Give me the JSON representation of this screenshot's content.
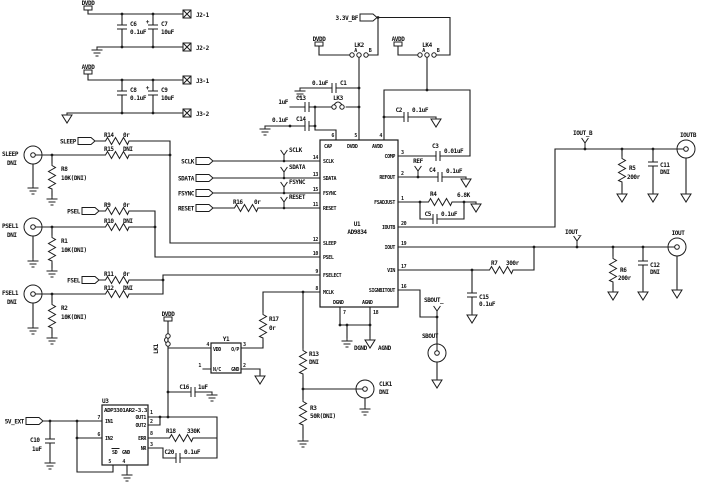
{
  "nets": {
    "dvdd": "DVDD",
    "avdd": "AVDD",
    "v33_bf": "3.3V_BF",
    "v5_ext": "5V_EXT"
  },
  "headers": {
    "j2_1": "J2-1",
    "j2_2": "J2-2",
    "j3_1": "J3-1",
    "j3_2": "J3-2"
  },
  "tags": {
    "sleep": "SLEEP",
    "sclk": "SCLK",
    "sdata": "SDATA",
    "fsync": "FSYNC",
    "reset": "RESET",
    "psel": "PSEL",
    "fsel": "FSEL"
  },
  "testpoints": {
    "sclk": "SCLK",
    "sdata": "SDATA",
    "fsync": "FSYNC",
    "reset": "RESET",
    "ref": "REF",
    "iout_b": "IOUT_B",
    "iout": "IOUT_",
    "sbout": "SBOUT_"
  },
  "bnc": {
    "sleep": {
      "name": "SLEEP",
      "note": "DNI"
    },
    "psel1": {
      "name": "PSEL1",
      "note": "DNI"
    },
    "fsel1": {
      "name": "FSEL1",
      "note": "DNI"
    },
    "clk1": {
      "name": "CLK1",
      "note": "DNI"
    },
    "ioutb": {
      "name": "IOUTB"
    },
    "iout": {
      "name": "IOUT"
    },
    "sbout": {
      "name": "SBOUT"
    }
  },
  "links": {
    "lk1": "LK1",
    "lk2": "LK2",
    "lk3": "LK3",
    "lk4": "LK4",
    "a": "A",
    "b": "B"
  },
  "grounds": {
    "dgnd": "DGND",
    "agnd": "AGND"
  },
  "resistors": {
    "r1": {
      "ref": "R1",
      "value": "10K(DNI)"
    },
    "r2": {
      "ref": "R2",
      "value": "10K(DNI)"
    },
    "r3": {
      "ref": "R3",
      "value": "50R(DNI)"
    },
    "r4": {
      "ref": "R4",
      "value": "6.8K"
    },
    "r5": {
      "ref": "R5",
      "value": "200r"
    },
    "r6": {
      "ref": "R6",
      "value": "200r"
    },
    "r7": {
      "ref": "R7",
      "value": "300r"
    },
    "r8": {
      "ref": "R8",
      "value": "10K(DNI)"
    },
    "r9": {
      "ref": "R9",
      "value": "0r"
    },
    "r10": {
      "ref": "R10",
      "value": "DNI"
    },
    "r11": {
      "ref": "R11",
      "value": "0r"
    },
    "r12": {
      "ref": "R12",
      "value": "DNI"
    },
    "r13": {
      "ref": "R13",
      "value": "DNI"
    },
    "r14": {
      "ref": "R14",
      "value": "0r"
    },
    "r15": {
      "ref": "R15",
      "value": "DNI"
    },
    "r16": {
      "ref": "R16",
      "value": "0r"
    },
    "r17": {
      "ref": "R17",
      "value": "0r"
    },
    "r18": {
      "ref": "R18",
      "value": "330K"
    }
  },
  "capacitors": {
    "c1": {
      "ref": "C1",
      "value": "0.1uF"
    },
    "c2": {
      "ref": "C2",
      "value": "0.1uF"
    },
    "c3": {
      "ref": "C3",
      "value": "0.01uF"
    },
    "c4": {
      "ref": "C4",
      "value": "0.1uF"
    },
    "c5": {
      "ref": "C5",
      "value": "0.1uF"
    },
    "c6": {
      "ref": "C6",
      "value": "0.1uF"
    },
    "c7": {
      "ref": "C7",
      "value": "10uF",
      "plus": "+"
    },
    "c8": {
      "ref": "C8",
      "value": "0.1uF"
    },
    "c9": {
      "ref": "C9",
      "value": "10uF",
      "plus": "+"
    },
    "c10": {
      "ref": "C10",
      "value": "1uF"
    },
    "c11": {
      "ref": "C11",
      "value": "DNI"
    },
    "c12": {
      "ref": "C12",
      "value": "DNI"
    },
    "c13": {
      "ref": "C13",
      "value": "1uF"
    },
    "c14": {
      "ref": "C14",
      "value": "0.1uF"
    },
    "c15": {
      "ref": "C15",
      "value": "0.1uF"
    },
    "c16": {
      "ref": "C16",
      "value": "1uF"
    },
    "c20": {
      "ref": "C20",
      "value": "0.1uF"
    }
  },
  "u1": {
    "ref": "U1",
    "part": "AD9834",
    "pins": {
      "cap": {
        "num": "6",
        "name": "CAP"
      },
      "dvdd": {
        "num": "5",
        "name": "DVDD"
      },
      "avdd": {
        "num": "4",
        "name": "AVDD"
      },
      "sclk": {
        "num": "14",
        "name": "SCLK"
      },
      "sdata": {
        "num": "13",
        "name": "SDATA"
      },
      "fsync": {
        "num": "15",
        "name": "FSYNC"
      },
      "reset": {
        "num": "11",
        "name": "RESET"
      },
      "sleep": {
        "num": "12",
        "name": "SLEEP"
      },
      "psel": {
        "num": "10",
        "name": "PSEL"
      },
      "fselect": {
        "num": "9",
        "name": "FSELECT"
      },
      "mclk": {
        "num": "8",
        "name": "MCLK"
      },
      "comp": {
        "num": "3",
        "name": "COMP"
      },
      "refout": {
        "num": "2",
        "name": "REFOUT"
      },
      "fsadjust": {
        "num": "1",
        "name": "FSADJUST"
      },
      "ioutb": {
        "num": "20",
        "name": "IOUTB"
      },
      "iout": {
        "num": "19",
        "name": "IOUT"
      },
      "vin": {
        "num": "17",
        "name": "VIN"
      },
      "signbitout": {
        "num": "16",
        "name": "SIGNBITOUT"
      },
      "dgnd": {
        "num": "7",
        "name": "DGND"
      },
      "agnd": {
        "num": "18",
        "name": "AGND"
      }
    }
  },
  "u3": {
    "ref": "U3",
    "part": "ADP3301AR2-3.3",
    "pins": {
      "in1": {
        "num": "7",
        "name": "IN1"
      },
      "in2": {
        "num": "6",
        "name": "IN2"
      },
      "sd": {
        "num": "5",
        "name": "SD"
      },
      "gnd": {
        "num": "4",
        "name": "GND"
      },
      "out1": {
        "num": "1",
        "name": "OUT1"
      },
      "out2": {
        "num": "2",
        "name": "OUT2"
      },
      "err": {
        "num": "8",
        "name": "ERR"
      },
      "nr": {
        "num": "3",
        "name": "NR"
      }
    }
  },
  "y1": {
    "ref": "Y1",
    "pins": {
      "vdd": {
        "num": "4",
        "name": "VDD"
      },
      "op": {
        "num": "3",
        "name": "O/P"
      },
      "nc": {
        "num": "1",
        "name": "N/C"
      },
      "gnd": {
        "num": "2",
        "name": "GND"
      }
    }
  }
}
